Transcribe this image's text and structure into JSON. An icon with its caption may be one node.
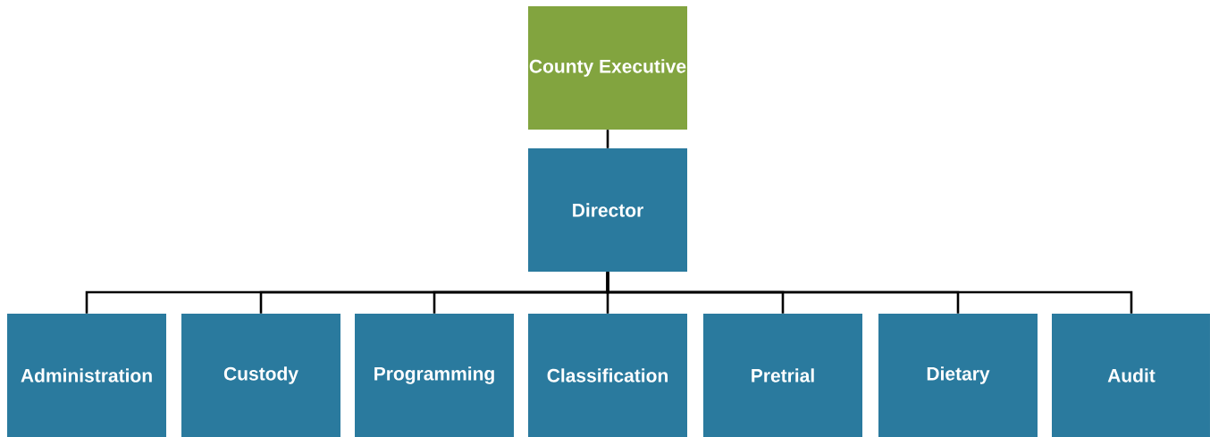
{
  "diagram": {
    "nodes": [
      {
        "text": [
          "County Executive"
        ]
      },
      {
        "text": [
          "Director"
        ]
      },
      {
        "text": [
          "Administration"
        ]
      },
      {
        "text": [
          "Custody"
        ]
      },
      {
        "text": [
          "Programming"
        ]
      },
      {
        "text": [
          "Classification"
        ]
      },
      {
        "text": [
          "Pretrial"
        ]
      },
      {
        "text": [
          "Dietary"
        ]
      },
      {
        "text": [
          "Audit"
        ]
      }
    ],
    "edges": [
      {
        "from": 0,
        "to": 1,
        "arrow": "none"
      },
      {
        "from": 1,
        "to": 2,
        "arrow": "none"
      },
      {
        "from": 1,
        "to": 3,
        "arrow": "none"
      },
      {
        "from": 1,
        "to": 4,
        "arrow": "none"
      },
      {
        "from": 1,
        "to": 5,
        "arrow": "none"
      },
      {
        "from": 1,
        "to": 6,
        "arrow": "none"
      },
      {
        "from": 1,
        "to": 7,
        "arrow": "none"
      },
      {
        "from": 1,
        "to": 8,
        "arrow": "none"
      }
    ]
  }
}
